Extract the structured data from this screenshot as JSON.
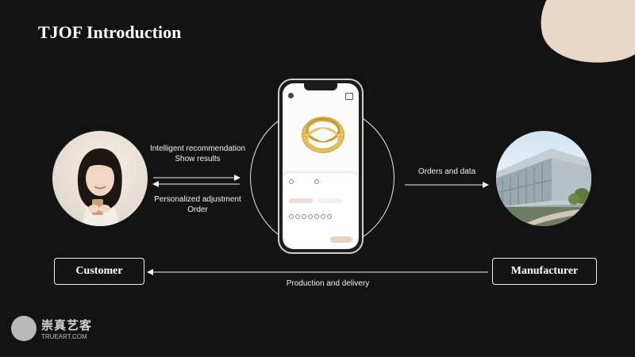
{
  "slide": {
    "title": "TJOF Introduction",
    "corner_color": "#e7d9c6",
    "background": "#141313"
  },
  "flow": {
    "recommendation": "Intelligent recommendation",
    "show_results": "Show results",
    "personalized": "Personalized adjustment",
    "order": "Order",
    "orders_and_data": "Orders and data",
    "production": "Production and delivery"
  },
  "nodes": {
    "customer": "Customer",
    "manufacturer": "Manufacturer"
  },
  "watermark": {
    "name_cn": "崇真艺客",
    "name_en": "TRUEART.COM"
  }
}
